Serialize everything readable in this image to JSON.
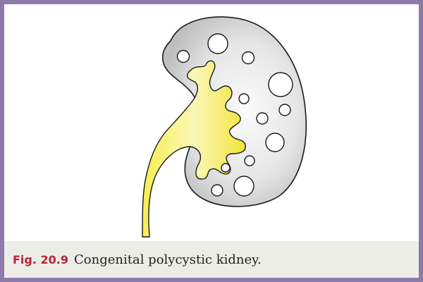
{
  "figure": {
    "label": "Fig. 20.9",
    "caption": "Congenital polycystic kidney."
  },
  "icons": {
    "kidney": "polycystic-kidney-illustration",
    "pelvis": "renal-pelvis-ureter-shape",
    "cyst": "cyst-circle"
  },
  "colors": {
    "frame_border": "#8e79ad",
    "caption_background": "#edede8",
    "label_color": "#b3263a",
    "kidney_fill": "#d9d9d9",
    "pelvis_fill": "#f2ec3c"
  }
}
